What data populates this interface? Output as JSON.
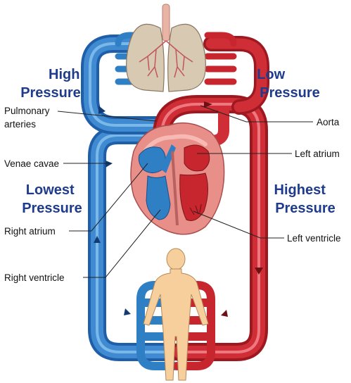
{
  "pressure_labels": {
    "high": [
      "High",
      "Pressure"
    ],
    "low": [
      "Low",
      "Pressure"
    ],
    "lowest": [
      "Lowest",
      "Pressure"
    ],
    "highest": [
      "Highest",
      "Pressure"
    ]
  },
  "anatomy_labels": {
    "pulmonary_arteries": [
      "Pulmonary",
      "arteries"
    ],
    "venae_cavae": "Venae cavae",
    "right_atrium": "Right atrium",
    "right_ventricle": "Right ventricle",
    "aorta": "Aorta",
    "left_atrium": "Left atrium",
    "left_ventricle": "Left ventricle"
  },
  "colors": {
    "deoxygenated": "#2f7fc4",
    "oxygenated": "#c8262f",
    "pressure_text": "#1f3b8c",
    "heart": "#e98f8a",
    "lungs": "#d8c9b3",
    "body": "#f7cf9c"
  }
}
